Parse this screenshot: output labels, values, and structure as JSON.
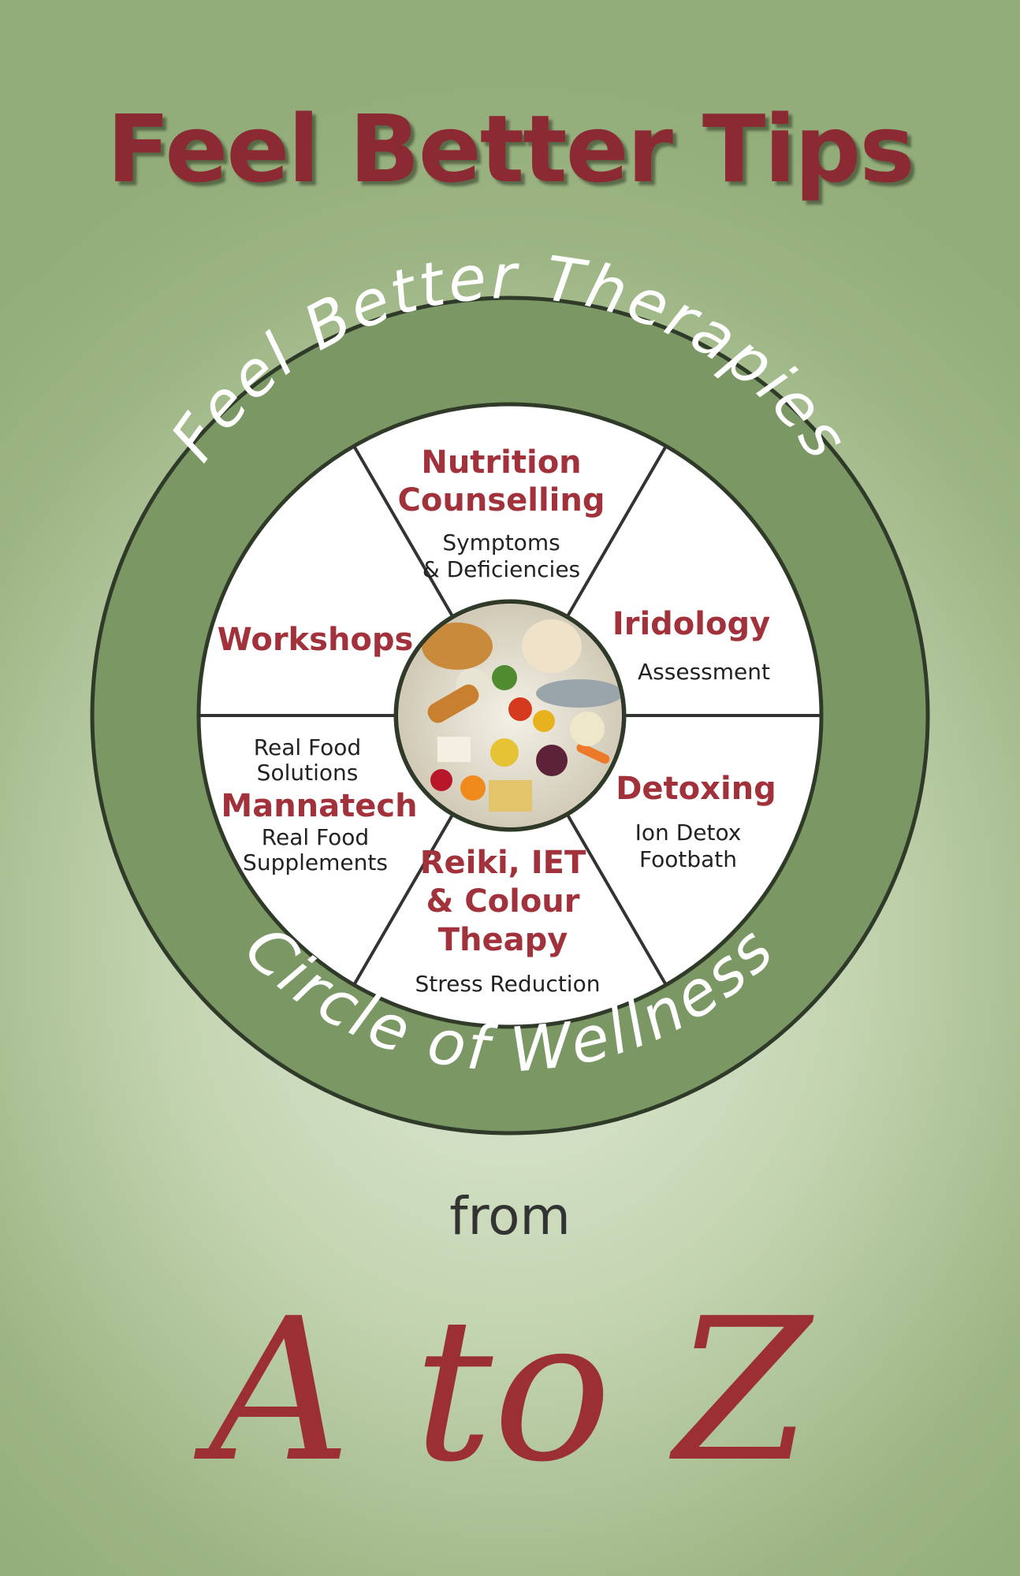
{
  "cover": {
    "title": "Feel Better Tips",
    "from_label": "from",
    "a_to_z": "A to Z"
  },
  "wheel": {
    "ring_top": "Feel Better Therapies",
    "ring_bottom": "Circle of Wellness",
    "segments": {
      "nutrition": {
        "title_line1": "Nutrition",
        "title_line2": "Counselling",
        "sub_line1": "Symptoms",
        "sub_line2": "& Deficiencies"
      },
      "iridology": {
        "title": "Iridology",
        "sub": "Assessment"
      },
      "detoxing": {
        "title": "Detoxing",
        "sub_line1": "Ion Detox",
        "sub_line2": "Footbath"
      },
      "reiki": {
        "title_line1": "Reiki, IET",
        "title_line2": "& Colour",
        "title_line3": "Theapy",
        "sub": "Stress Reduction"
      },
      "mannatech": {
        "pre_line1": "Real Food",
        "pre_line2": "Solutions",
        "title": "Mannatech",
        "sub_line1": "Real Food",
        "sub_line2": "Supplements"
      },
      "workshops": {
        "title": "Workshops"
      }
    },
    "colors": {
      "ring": "#7b9864",
      "title_red": "#8c2a33",
      "segment_title": "#a1313a"
    },
    "center_image": "food-assortment-photo"
  }
}
